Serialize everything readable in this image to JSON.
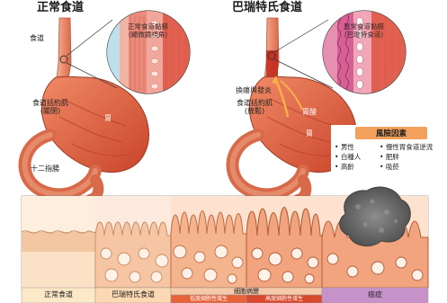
{
  "titles": {
    "normal": "正常食道",
    "barrett": "巴瑞特氏食道"
  },
  "labels": {
    "esophagus": "食道",
    "sphincter_normal": "食道括約肌\n(關閉)",
    "stomach": "胃",
    "duodenum": "十二指腸",
    "reflux_acid": "胃酸",
    "acid_reflux": "換瘍與發炎",
    "sphincter_barrett": "食道括約肌\n(放鬆)",
    "stomach_barrett": "胃"
  },
  "zoom": {
    "normal": "正常食道黏膜\n(顯微鏡視角)",
    "barrett": "異常食道黏膜\n(巴瑞特食道)"
  },
  "risk": {
    "title": "風險因素",
    "items": [
      "男性",
      "慢性胃食道逆流",
      "白種人",
      "肥胖",
      "高齡",
      "吸菸"
    ]
  },
  "stages": {
    "normal": "正常食道",
    "barrett": "巴瑞特氏食道",
    "dysplasia": "細胞病變",
    "dysplasia_low": "低度細胞性增生",
    "dysplasia_high": "高度細胞性增生",
    "cancer": "癌症"
  },
  "colors": {
    "stomach": "#e2603f",
    "stomach_light": "#f08a66",
    "lining": "#f7c9b3",
    "normal_bg": "#fde9d2",
    "barrett_bg": "#fce4d3",
    "dys_bg": "#f4a15d",
    "cancer_bg": "#caa2d0",
    "risk": "#f4a15d",
    "caption_normal": "#fde8c8",
    "caption_barrett": "#fcd9b2",
    "caption_dys": "#e8633a",
    "caption_cancer": "#c792c9"
  }
}
